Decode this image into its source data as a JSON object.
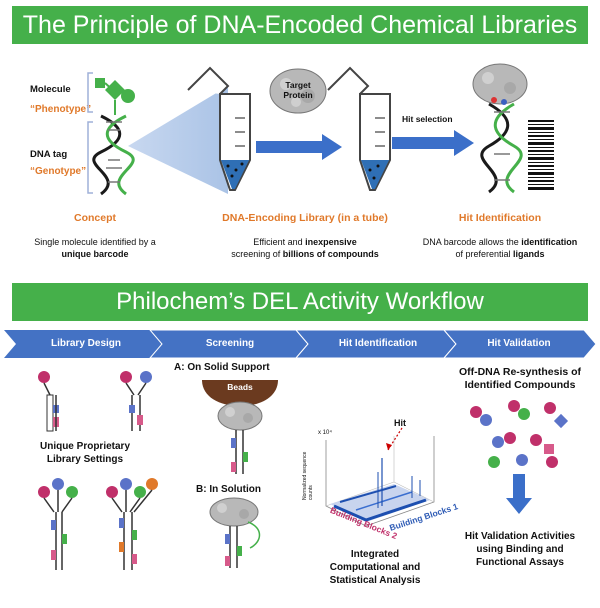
{
  "top_banner": {
    "title": "The Principle of DNA-Encoded Chemical Libraries"
  },
  "principle": {
    "molecule_label": "Molecule",
    "phenotype_label": "“Phenotype”",
    "dna_tag_label": "DNA tag",
    "genotype_label": "“Genotype”",
    "target_protein_label": "Target\nProtein",
    "hit_selection_label": "Hit selection",
    "concept_title": "Concept",
    "concept_text_1": "Single molecule identified by a",
    "concept_text_2": "unique barcode",
    "library_title": "DNA-Encoding Library (in a tube)",
    "library_text_1a": "Efficient and ",
    "library_text_1b": "inexpensive",
    "library_text_2a": "screening of ",
    "library_text_2b": "billions",
    "library_text_2c": " of compounds",
    "hit_id_title": "Hit Identification",
    "hit_text_1a": "DNA barcode allows the ",
    "hit_text_1b": "identification",
    "hit_text_2a": "of preferential ",
    "hit_text_2b": "ligands"
  },
  "workflow_banner": {
    "title": "Philochem’s DEL Activity Workflow"
  },
  "workflow_steps": [
    "Library Design",
    "Screening",
    "Hit Identification",
    "Hit Validation"
  ],
  "library_design": {
    "caption_1": "Unique Proprietary",
    "caption_2": "Library Settings"
  },
  "screening": {
    "solid_label": "A: On Solid Support",
    "beads_label": "Beads",
    "solution_label": "B: In Solution"
  },
  "hit_identification": {
    "hit_label": "Hit",
    "exponent_label": "x 10⁴",
    "ylabel": "Normalized sequence counts",
    "xlabel_1": "Building Blocks 1",
    "xlabel_2": "Building Blocks 2",
    "caption_1": "Integrated",
    "caption_2": "Computational and",
    "caption_3": "Statistical Analysis"
  },
  "hit_validation": {
    "title_1": "Off-DNA Re-synthesis of",
    "title_2": "Identified Compounds",
    "caption_1": "Hit Validation Activities",
    "caption_2": "using Binding and",
    "caption_3": "Functional Assays"
  },
  "colors": {
    "green": "#45b04a",
    "orange": "#e0792a",
    "chevron": "#4472c4",
    "arrow": "#3b6fc9"
  }
}
